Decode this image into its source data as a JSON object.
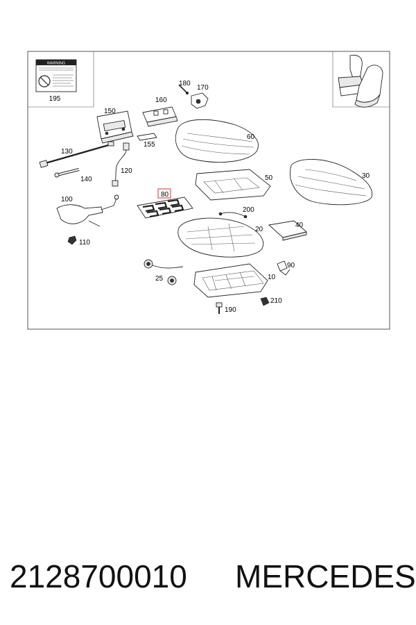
{
  "part_number": "2128700010",
  "brand": "MERCEDES",
  "highlight_color": "#e26a6a",
  "warning_label": {
    "title": "WARNING",
    "callout": "195"
  },
  "callouts": [
    "10",
    "20",
    "25",
    "30",
    "40",
    "50",
    "60",
    "80",
    "90",
    "100",
    "110",
    "120",
    "130",
    "140",
    "150",
    "155",
    "160",
    "170",
    "180",
    "190",
    "195",
    "200",
    "210"
  ],
  "highlighted_callout": "80"
}
